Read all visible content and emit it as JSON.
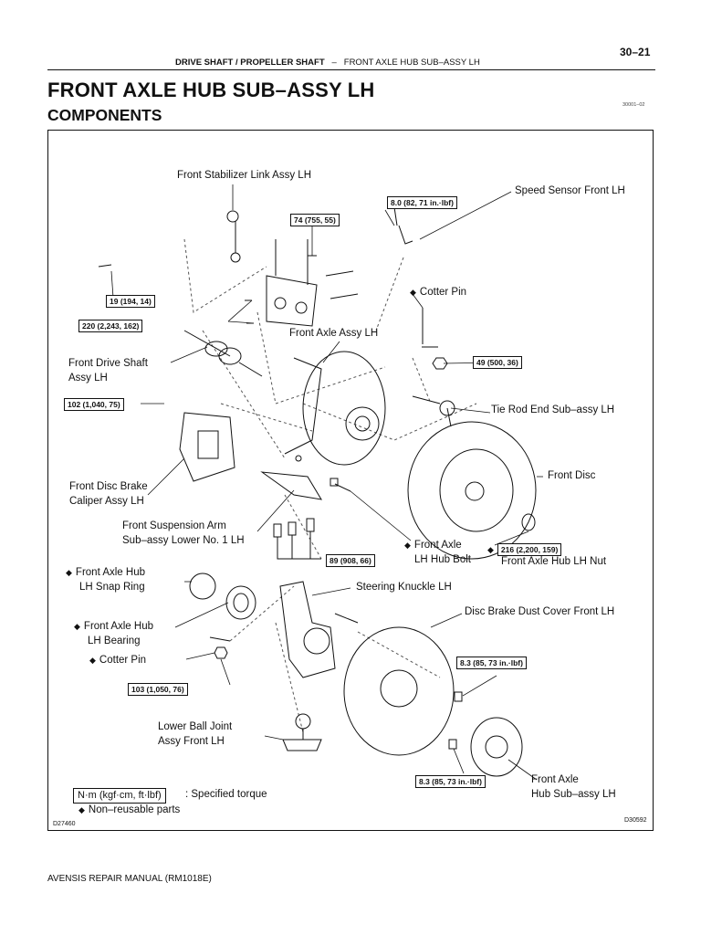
{
  "header": {
    "page_number": "30–21",
    "running_head_bold": "DRIVE SHAFT / PROPELLER SHAFT",
    "running_head_sep": "–",
    "running_head_rest": "FRONT AXLE HUB SUB–ASSY LH"
  },
  "title": "FRONT AXLE HUB SUB–ASSY LH",
  "section": "COMPONENTS",
  "doc_code": "30001–02",
  "figure": {
    "labels": {
      "stabilizer_link": "Front Stabilizer Link Assy LH",
      "speed_sensor": "Speed Sensor Front LH",
      "cotter_pin_top": "Cotter Pin",
      "front_axle_assy": "Front Axle Assy LH",
      "drive_shaft_1": "Front Drive Shaft",
      "drive_shaft_2": "Assy LH",
      "tie_rod": "Tie Rod End Sub–assy LH",
      "front_disc": "Front Disc",
      "caliper_1": "Front Disc Brake",
      "caliper_2": "Caliper Assy LH",
      "susp_arm_1": "Front Suspension Arm",
      "susp_arm_2": "Sub–assy Lower No. 1 LH",
      "hub_bolt_1": "Front Axle",
      "hub_bolt_2": "LH Hub Bolt",
      "hub_nut": "Front Axle Hub LH Nut",
      "snap_ring_1": "Front Axle Hub",
      "snap_ring_2": "LH Snap Ring",
      "steering_knuckle": "Steering Knuckle LH",
      "dust_cover": "Disc Brake Dust Cover Front LH",
      "bearing_1": "Front Axle Hub",
      "bearing_2": "LH Bearing",
      "cotter_pin_bottom": "Cotter Pin",
      "ball_joint_1": "Lower Ball Joint",
      "ball_joint_2": "Assy Front LH",
      "hub_subassy_1": "Front Axle",
      "hub_subassy_2": "Hub Sub–assy LH"
    },
    "torques": {
      "t_speed_sensor": "8.0 (82, 71 in.·lbf)",
      "t_74": "74 (755, 55)",
      "t_19": "19 (194, 14)",
      "t_220": "220 (2,243, 162)",
      "t_49": "49 (500, 36)",
      "t_102": "102 (1,040, 75)",
      "t_89": "89 (908, 66)",
      "t_216": "216 (2,200, 159)",
      "t_8_3_upper": "8.3 (85, 73 in.·lbf)",
      "t_103": "103 (1,050, 76)",
      "t_8_3_lower": "8.3 (85, 73 in.·lbf)"
    },
    "non_reusable_marker": "◆",
    "legend": {
      "unit": "N·m (kgf·cm, ft·lbf)",
      "unit_desc": ": Specified torque",
      "non_reusable": "Non–reusable parts"
    },
    "code_left": "D27460",
    "code_right": "D30592"
  },
  "footer": "AVENSIS REPAIR MANUAL   (RM1018E)"
}
